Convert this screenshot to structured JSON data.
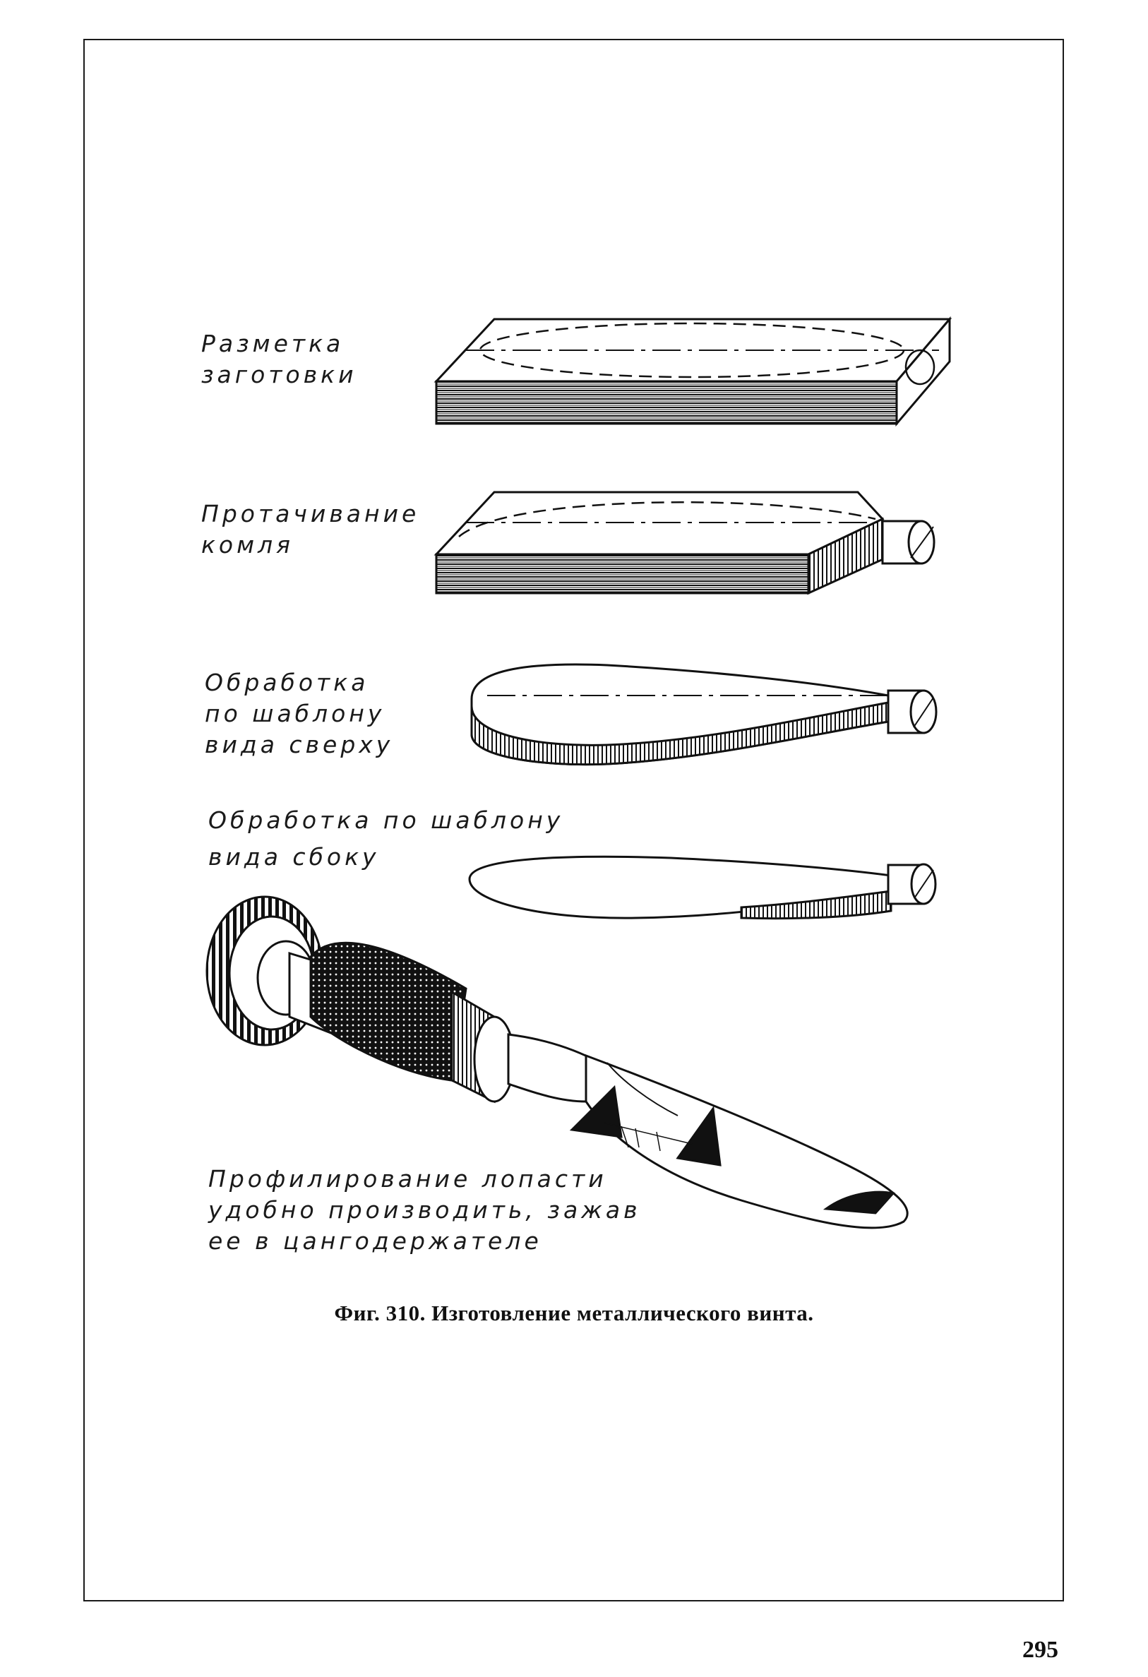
{
  "figure": {
    "steps": [
      {
        "label": "Разметка\nзаготовки"
      },
      {
        "label": "Протачивание\nкомля"
      },
      {
        "label": "Обработка\nпо шаблону\nвида сверху"
      },
      {
        "label": "Обработка по шаблону\nвида сбоку"
      },
      {
        "label": "Профилирование лопасти\nудобно производить, зажав\nее в цангодержателе"
      }
    ],
    "caption": "Фиг. 310. Изготовление металлического винта."
  },
  "page_number": "295"
}
